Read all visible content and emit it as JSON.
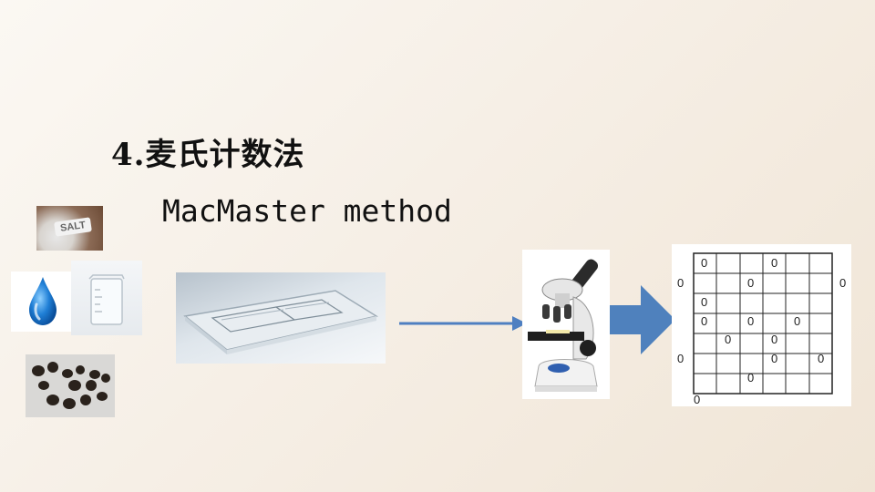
{
  "slide": {
    "title": "4.麦氏计数法",
    "subtitle": "MacMaster method",
    "salt_label": "SALT",
    "grid_marker": "0"
  },
  "icons": {
    "salt_photo": "salt-pile-icon",
    "water": "water-drop-icon",
    "beaker": "beaker-icon",
    "feces": "fecal-pellets-icon",
    "counting_slide": "mcmaster-slide-icon",
    "microscope": "microscope-icon",
    "grid": "counting-grid-icon"
  },
  "colors": {
    "arrow": "#4e7fc1",
    "block_arrow": "#4f81bd",
    "water_drop": "#1f7fd6"
  }
}
